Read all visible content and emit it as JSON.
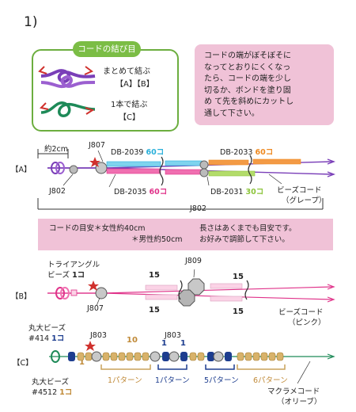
{
  "step": "1)",
  "knot": {
    "title": "コードの結び目",
    "together_text": "まとめて結ぶ",
    "together_refs": "【A】【B】",
    "single_text": "1本で結ぶ",
    "single_ref": "【C】"
  },
  "note_lines": [
    "コードの端がぼそぼそに",
    "なってとおりにくくなっ",
    "たら、コードの端を少し",
    "切るか、ボンドを塗り固",
    "め て先を斜めにカットし",
    "通して下さい。"
  ],
  "colors": {
    "purple": "#7a3fb8",
    "green": "#1e8a58",
    "red": "#d0312d",
    "pink_box": "#f0c2d7",
    "teal": "#2ab0da",
    "magenta": "#e0338a",
    "orange": "#ee8a22",
    "lime": "#8cc43b",
    "navy": "#1d3d8f",
    "gold": "#c9a25a"
  },
  "A": {
    "tag": "【A】",
    "length": "約2cm",
    "j807": "J807",
    "j802_left": "J802",
    "db2039": "DB-2039",
    "db2039_qty": "60コ",
    "db2035": "DB-2035",
    "db2035_qty": "60コ",
    "db2033": "DB-2033",
    "db2033_qty": "60コ",
    "db2031": "DB-2031",
    "db2031_qty": "30コ",
    "cord_l1": "ビーズコード",
    "cord_l2": "（グレープ）",
    "j802_bottom": "J802"
  },
  "info": {
    "l1": "コードの目安＊女性約40cm",
    "l2": "＊男性約50cm",
    "r1": "長さはあくまでも目安です。",
    "r2": "お好みで調節して下さい。"
  },
  "B": {
    "tag": "【B】",
    "tri1": "トライアングル",
    "tri2": "ビーズ",
    "tri_qty": "1コ",
    "j807": "J807",
    "j809": "J809",
    "n1": "15",
    "n2": "15",
    "n3": "15",
    "n4": "15",
    "cord_l1": "ビーズコード",
    "cord_l2": "（ピンク）"
  },
  "C": {
    "tag": "【C】",
    "maru1_l1": "丸大ビーズ",
    "maru1_l2": "#414",
    "maru1_qty": "1コ",
    "maru2_l1": "丸大ビーズ",
    "maru2_l2": "#4512",
    "maru2_qty": "1コ",
    "j803a": "J803",
    "j803b": "J803",
    "ten": "10",
    "one_a": "1",
    "one_b": "1",
    "one_c": "1",
    "p1": "1パターン",
    "p2": "1パターン",
    "p3": "5パターン",
    "p4": "6パターン",
    "cord_l1": "マクラメコード",
    "cord_l2": "（オリーブ）"
  }
}
